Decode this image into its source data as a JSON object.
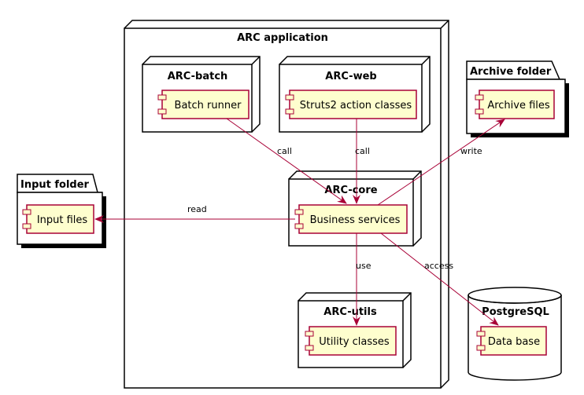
{
  "colors": {
    "component_fill": "#FEFECE",
    "component_border": "#A80036",
    "arrow": "#A80036",
    "outline": "#000000",
    "background": "#FFFFFF"
  },
  "application": {
    "title": "ARC application"
  },
  "nodes": {
    "batch": {
      "title": "ARC-batch",
      "component": "Batch runner"
    },
    "web": {
      "title": "ARC-web",
      "component": "Struts2 action classes"
    },
    "core": {
      "title": "ARC-core",
      "component": "Business services"
    },
    "utils": {
      "title": "ARC-utils",
      "component": "Utility classes"
    }
  },
  "folders": {
    "input": {
      "title": "Input folder",
      "component": "Input files"
    },
    "archive": {
      "title": "Archive folder",
      "component": "Archive files"
    }
  },
  "database": {
    "title": "PostgreSQL",
    "component": "Data base"
  },
  "edges": {
    "batch_core": "call",
    "web_core": "call",
    "core_input": "read",
    "core_archive": "write",
    "core_utils": "use",
    "core_db": "access"
  }
}
